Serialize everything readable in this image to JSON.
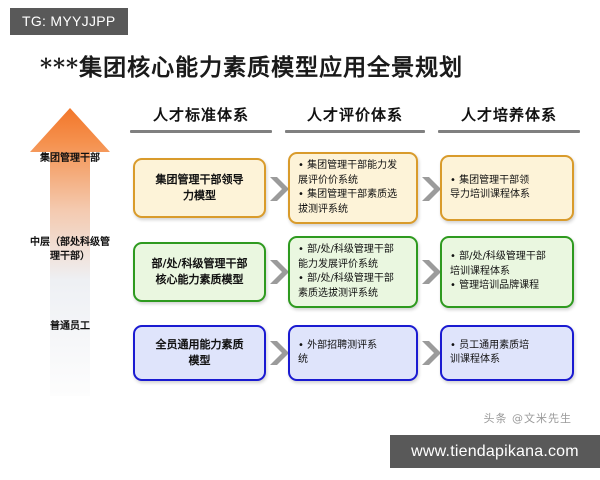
{
  "badge": {
    "label": "TG: MYYJJPP"
  },
  "header": {
    "title": "***集团核心能力素质模型应用全景规划"
  },
  "columns": [
    {
      "label": "人才标准体系"
    },
    {
      "label": "人才评价体系"
    },
    {
      "label": "人才培养体系"
    }
  ],
  "arrow": {
    "name": "talent-pyramid-arrow",
    "color_top": "#f2762a",
    "color_bottom": "#ffffff"
  },
  "tiers": [
    {
      "label": "集团管理干部",
      "accent": "#d99b2b"
    },
    {
      "label": "中层（部处科级管理干部）",
      "accent": "#2e9a1f"
    },
    {
      "label": "普通员工",
      "accent": "#1a1ad1"
    }
  ],
  "matrix": [
    {
      "tier": "集团管理干部",
      "theme": "yellow",
      "cells": [
        {
          "style": "center",
          "lines": [
            "集团管理干部领导",
            "力模型"
          ]
        },
        {
          "style": "bullets",
          "lines": [
            "• 集团管理干部能力发",
            "展评价价系统",
            "• 集团管理干部素质选",
            "拔测评系统"
          ]
        },
        {
          "style": "bullets",
          "lines": [
            "• 集团管理干部领",
            "导力培训课程体系"
          ]
        }
      ]
    },
    {
      "tier": "中层（部处科级管理干部）",
      "theme": "green",
      "cells": [
        {
          "style": "center",
          "lines": [
            "部/处/科级管理干部",
            "核心能力素质模型"
          ]
        },
        {
          "style": "bullets",
          "lines": [
            "• 部/处/科级管理干部",
            "能力发展评价系统",
            "• 部/处/科级管理干部",
            "素质选拔测评系统"
          ]
        },
        {
          "style": "bullets",
          "lines": [
            "• 部/处/科级管理干部",
            "培训课程体系",
            "• 管理培训品牌课程"
          ]
        }
      ]
    },
    {
      "tier": "普通员工",
      "theme": "blue",
      "cells": [
        {
          "style": "center",
          "lines": [
            "全员通用能力素质",
            "模型"
          ]
        },
        {
          "style": "bullets",
          "lines": [
            "• 外部招聘测评系",
            "统"
          ]
        },
        {
          "style": "bullets",
          "lines": [
            "• 员工通用素质培",
            "训课程体系"
          ]
        }
      ]
    }
  ],
  "connectors": {
    "icon": "chevron-right-icon",
    "color": "#9b9b9b"
  },
  "footer": {
    "watermark": "头条 @文米先生",
    "site": "www.tiendapikana.com"
  }
}
